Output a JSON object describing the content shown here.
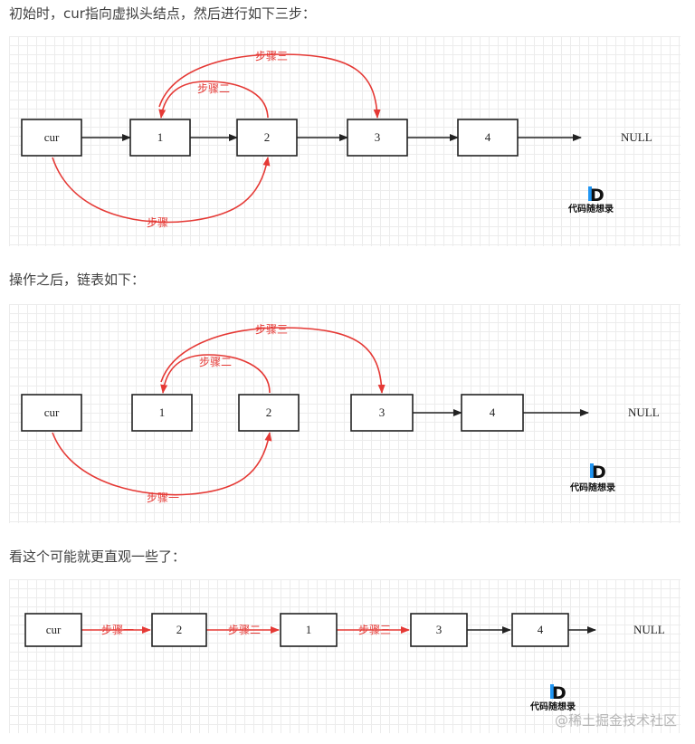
{
  "intro_text": "初始时，cur指向虚拟头结点，然后进行如下三步：",
  "after_text": "操作之后，链表如下：",
  "intuitive_text": "看这个可能就更直观一些了：",
  "diagram1": {
    "nodes": [
      "cur",
      "1",
      "2",
      "3",
      "4"
    ],
    "null_label": "NULL",
    "step1": "步骤一",
    "step2": "步骤二",
    "step3": "步骤三"
  },
  "diagram2": {
    "nodes": [
      "cur",
      "1",
      "2",
      "3",
      "4"
    ],
    "null_label": "NULL",
    "step1": "步骤一",
    "step2": "步骤二",
    "step3": "步骤三"
  },
  "diagram3": {
    "nodes": [
      "cur",
      "2",
      "1",
      "3",
      "4"
    ],
    "null_label": "NULL",
    "step1": "步骤一",
    "step2": "步骤二",
    "step3": "步骤三"
  },
  "logo": {
    "mark": "D",
    "text": "代码随想录"
  },
  "watermark": "@稀土掘金技术社区",
  "colors": {
    "red": "#e53935",
    "black": "#222222",
    "grid": "#ececec"
  }
}
